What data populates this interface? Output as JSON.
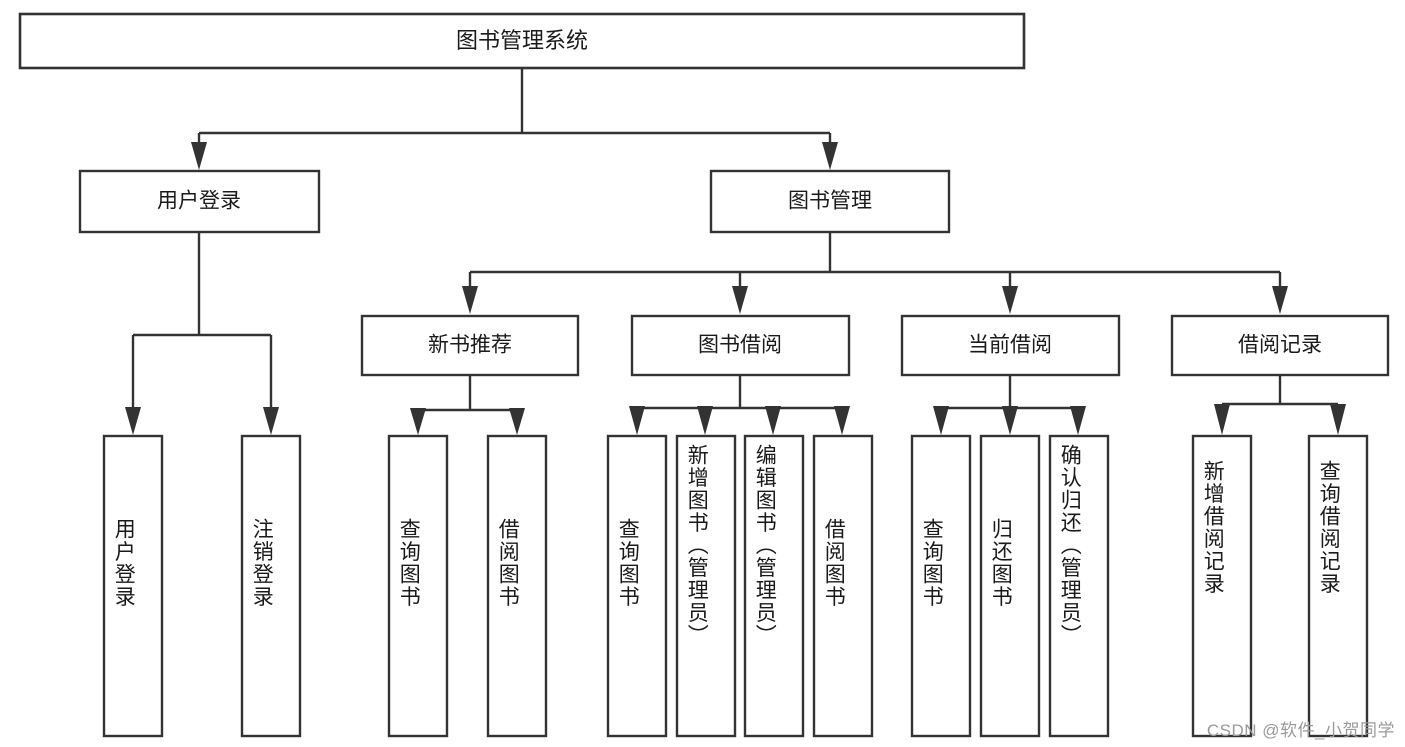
{
  "diagram": {
    "type": "tree-hierarchy",
    "title": "图书管理系统",
    "watermark": "CSDN @软件_小贺同学",
    "colors": {
      "stroke": "#333333",
      "fill": "#ffffff",
      "text": "#1a1a1a",
      "watermark": "#9a9a9a"
    },
    "levels": {
      "root": {
        "label": "图书管理系统"
      },
      "level2": [
        {
          "id": "user-login",
          "label": "用户登录"
        },
        {
          "id": "book-management",
          "label": "图书管理"
        }
      ],
      "level3": [
        {
          "id": "new-book-recommend",
          "label": "新书推荐",
          "parent": "book-management"
        },
        {
          "id": "book-borrow",
          "label": "图书借阅",
          "parent": "book-management"
        },
        {
          "id": "current-borrow",
          "label": "当前借阅",
          "parent": "book-management"
        },
        {
          "id": "borrow-record",
          "label": "借阅记录",
          "parent": "book-management"
        }
      ],
      "leaves": [
        {
          "id": "leaf-user-login",
          "label": "用户登录",
          "parent": "user-login"
        },
        {
          "id": "leaf-logout",
          "label": "注销登录",
          "parent": "user-login"
        },
        {
          "id": "leaf-query-book-1",
          "label": "查询图书",
          "parent": "new-book-recommend"
        },
        {
          "id": "leaf-borrow-book-1",
          "label": "借阅图书",
          "parent": "new-book-recommend"
        },
        {
          "id": "leaf-query-book-2",
          "label": "查询图书",
          "parent": "book-borrow"
        },
        {
          "id": "leaf-add-book",
          "label": "新增图书（管理员）",
          "parent": "book-borrow"
        },
        {
          "id": "leaf-edit-book",
          "label": "编辑图书（管理员）",
          "parent": "book-borrow"
        },
        {
          "id": "leaf-borrow-book-2",
          "label": "借阅图书",
          "parent": "book-borrow"
        },
        {
          "id": "leaf-query-book-3",
          "label": "查询图书",
          "parent": "current-borrow"
        },
        {
          "id": "leaf-return-book",
          "label": "归还图书",
          "parent": "current-borrow"
        },
        {
          "id": "leaf-confirm-return",
          "label": "确认归还（管理员）",
          "parent": "current-borrow"
        },
        {
          "id": "leaf-add-record",
          "label": "新增借阅记录",
          "parent": "borrow-record"
        },
        {
          "id": "leaf-query-record",
          "label": "查询借阅记录",
          "parent": "borrow-record"
        }
      ]
    }
  }
}
